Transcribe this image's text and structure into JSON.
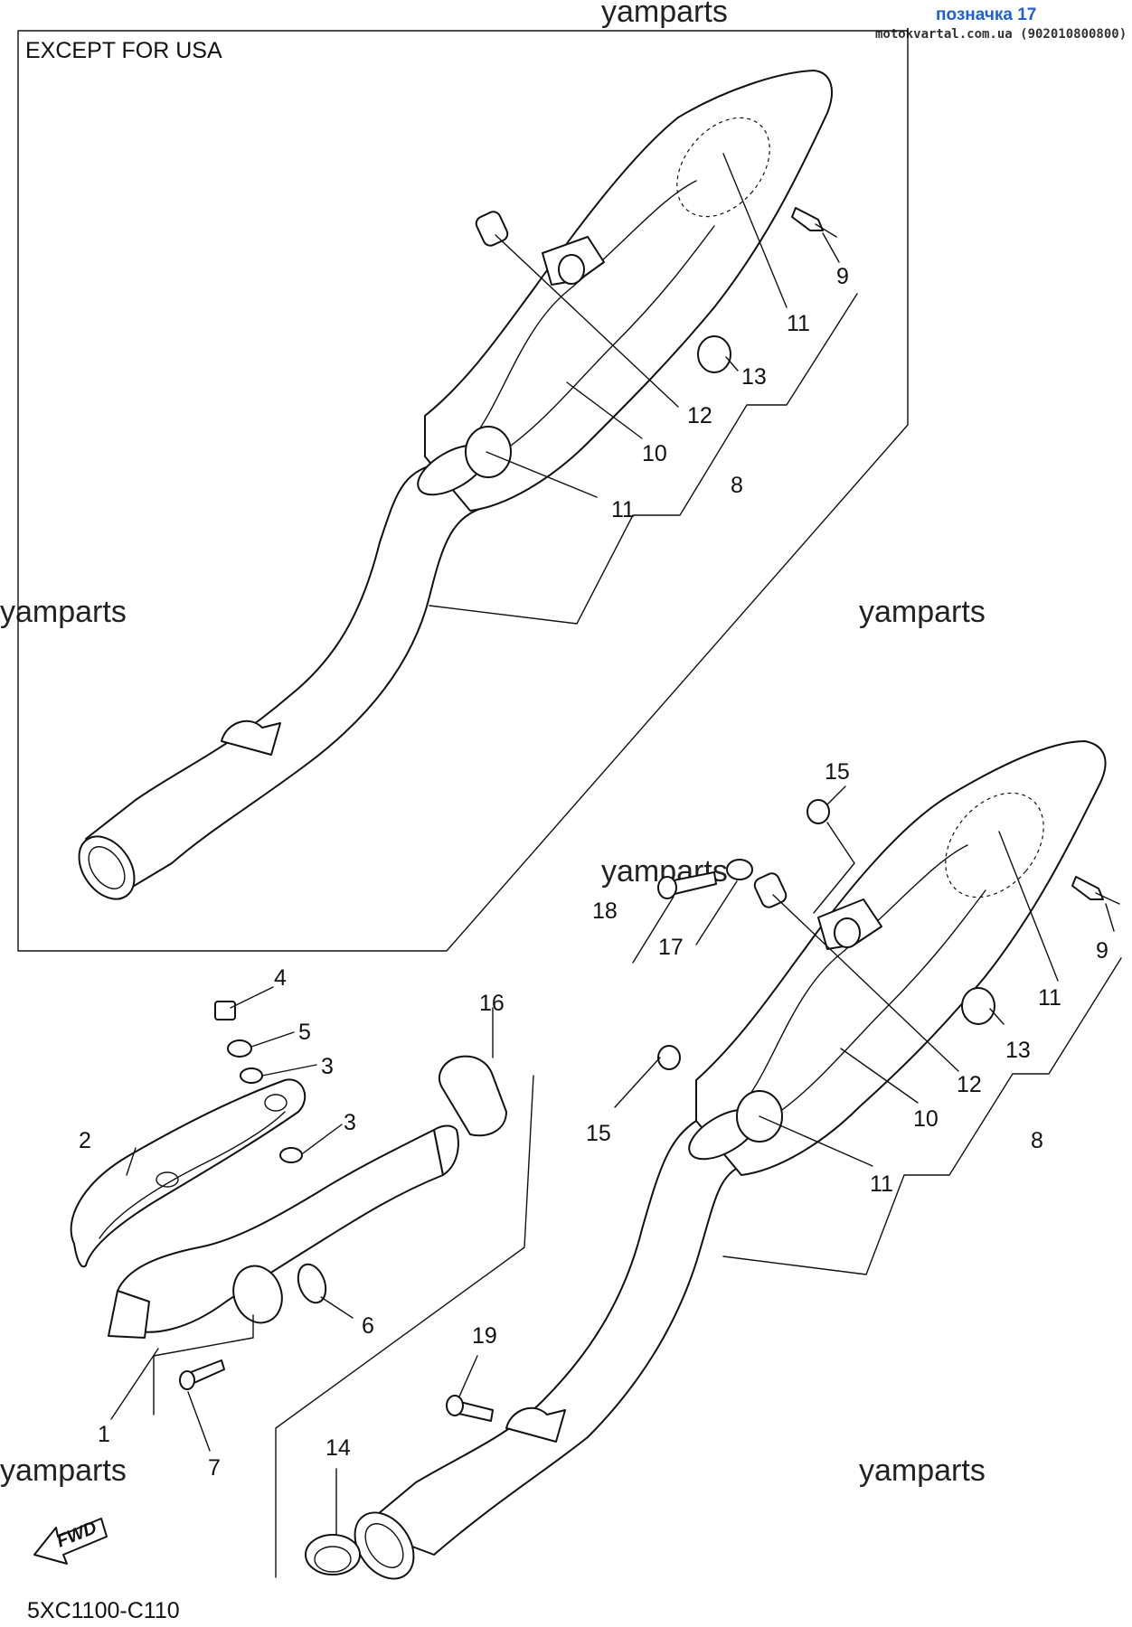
{
  "header_tag": "позначка 17",
  "header_site": "motokvartal.com.ua (902010800800)",
  "box_title": "EXCEPT FOR USA",
  "watermark": "yamparts",
  "diagram_code": "5XC1100-C110",
  "fwd_label": "FWD",
  "callouts": {
    "c1": "1",
    "c2": "2",
    "c3a": "3",
    "c3b": "3",
    "c4": "4",
    "c5": "5",
    "c6": "6",
    "c7": "7",
    "c8_top": "8",
    "c9_top": "9",
    "c10_top": "10",
    "c11_top_a": "11",
    "c11_top_b": "11",
    "c12_top": "12",
    "c13_top": "13",
    "c8_bot": "8",
    "c9_bot": "9",
    "c10_bot": "10",
    "c11_bot_a": "11",
    "c11_bot_b": "11",
    "c12_bot": "12",
    "c13_bot": "13",
    "c14": "14",
    "c15_a": "15",
    "c15_b": "15",
    "c16": "16",
    "c17": "17",
    "c18": "18",
    "c19": "19"
  }
}
